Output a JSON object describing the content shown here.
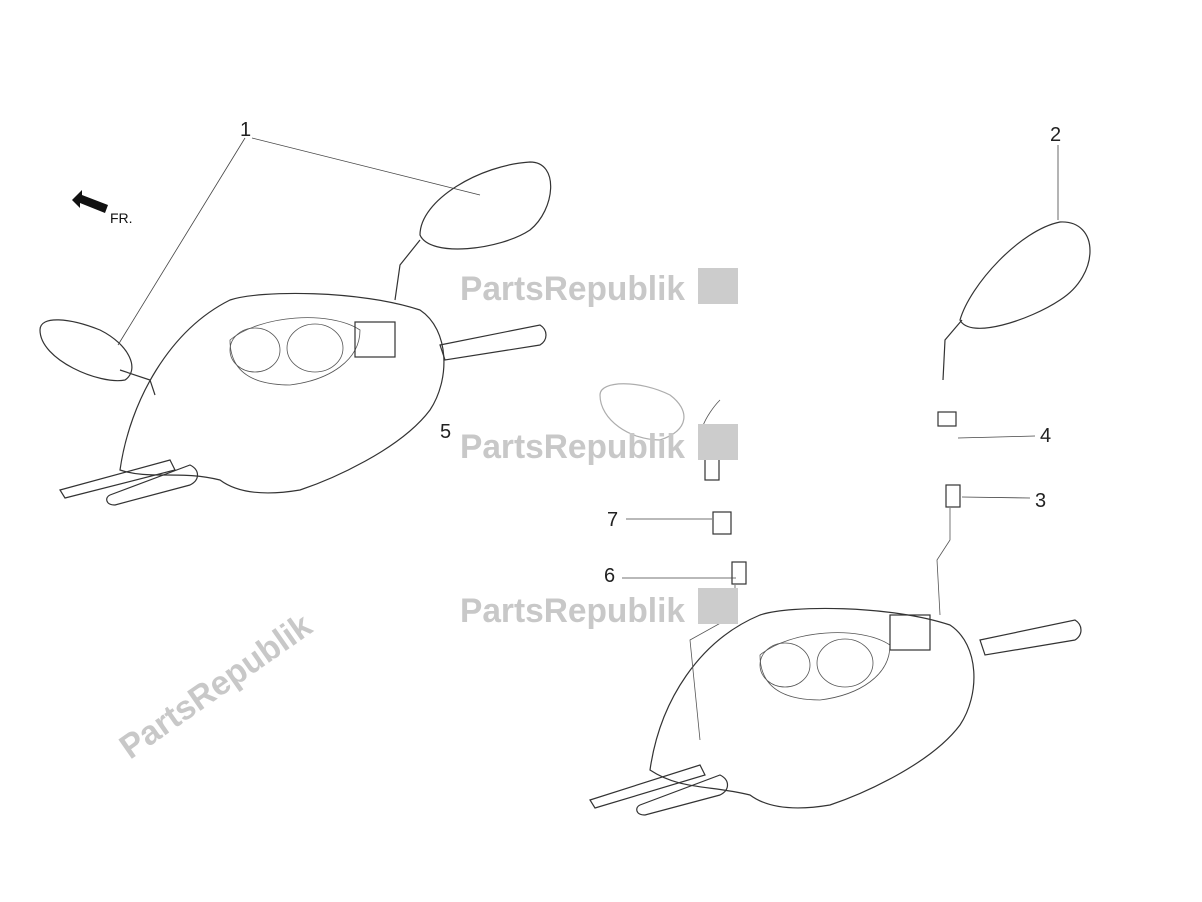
{
  "diagram": {
    "orientation_label": "FR.",
    "watermark": "PartsRepublik",
    "callouts": [
      {
        "label": "1"
      },
      {
        "label": "2"
      },
      {
        "label": "3"
      },
      {
        "label": "4"
      },
      {
        "label": "5"
      },
      {
        "label": "6"
      },
      {
        "label": "7"
      }
    ]
  }
}
